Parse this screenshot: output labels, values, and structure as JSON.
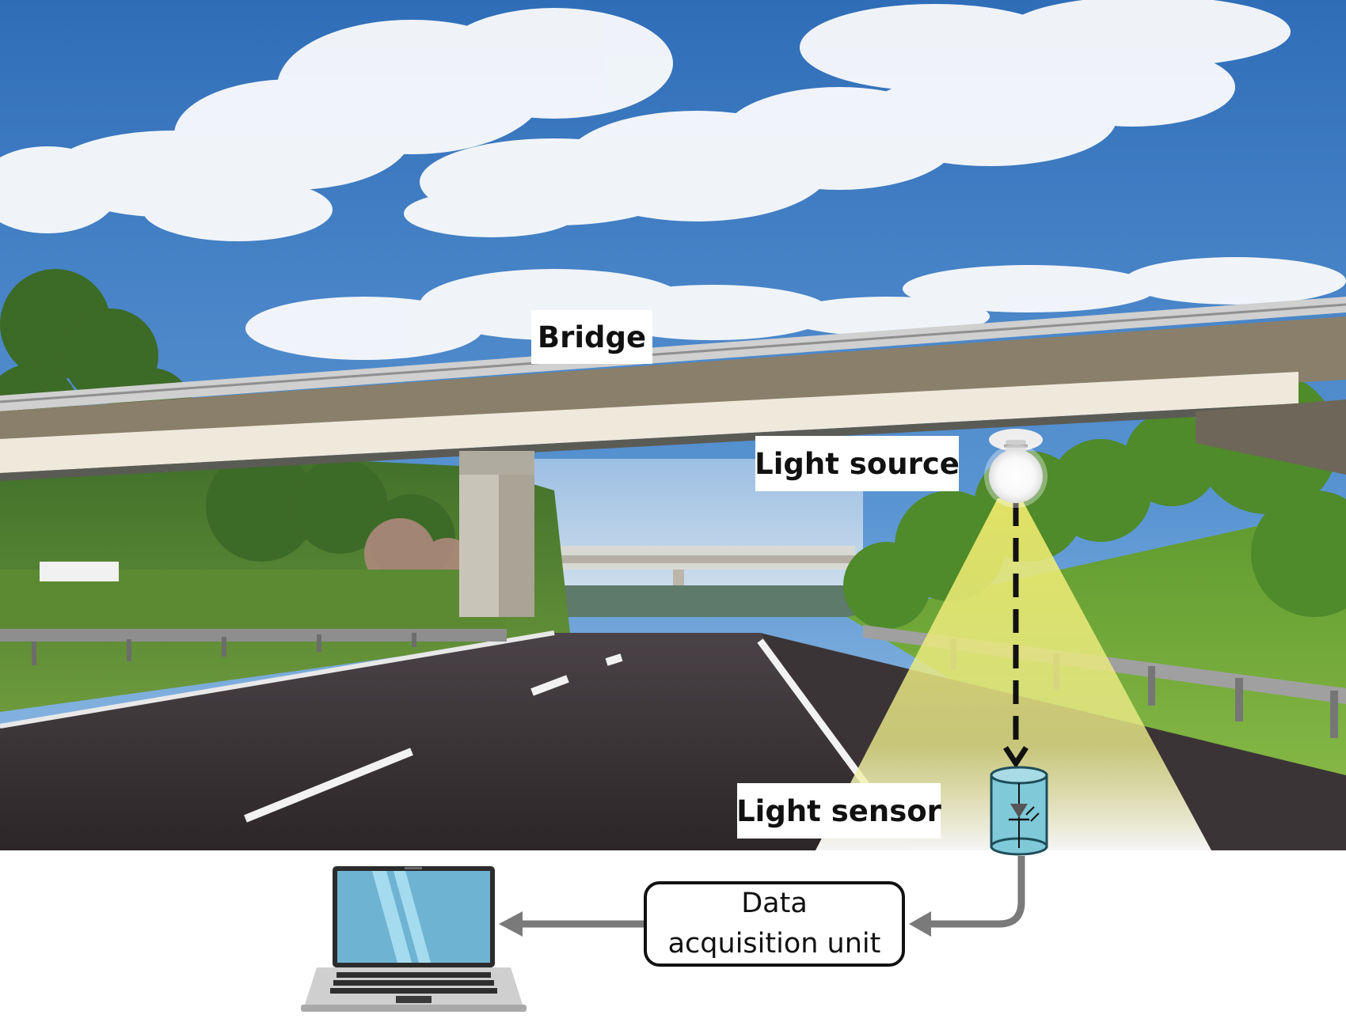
{
  "labels": {
    "bridge": "Bridge",
    "light_source": "Light source",
    "light_sensor": "Light sensor",
    "daq_line1": "Data",
    "daq_line2": "acquisition unit"
  },
  "icons": {
    "light_source": "light-bulb-icon",
    "light_sensor": "photodiode-sensor-icon",
    "computer": "laptop-icon"
  },
  "colors": {
    "sky": "#3d7cc4",
    "light_beam": "#e3e05a",
    "sensor_body": "#7fc9d9",
    "laptop_screen": "#6fb3d3",
    "connector": "#7a7a7a"
  }
}
